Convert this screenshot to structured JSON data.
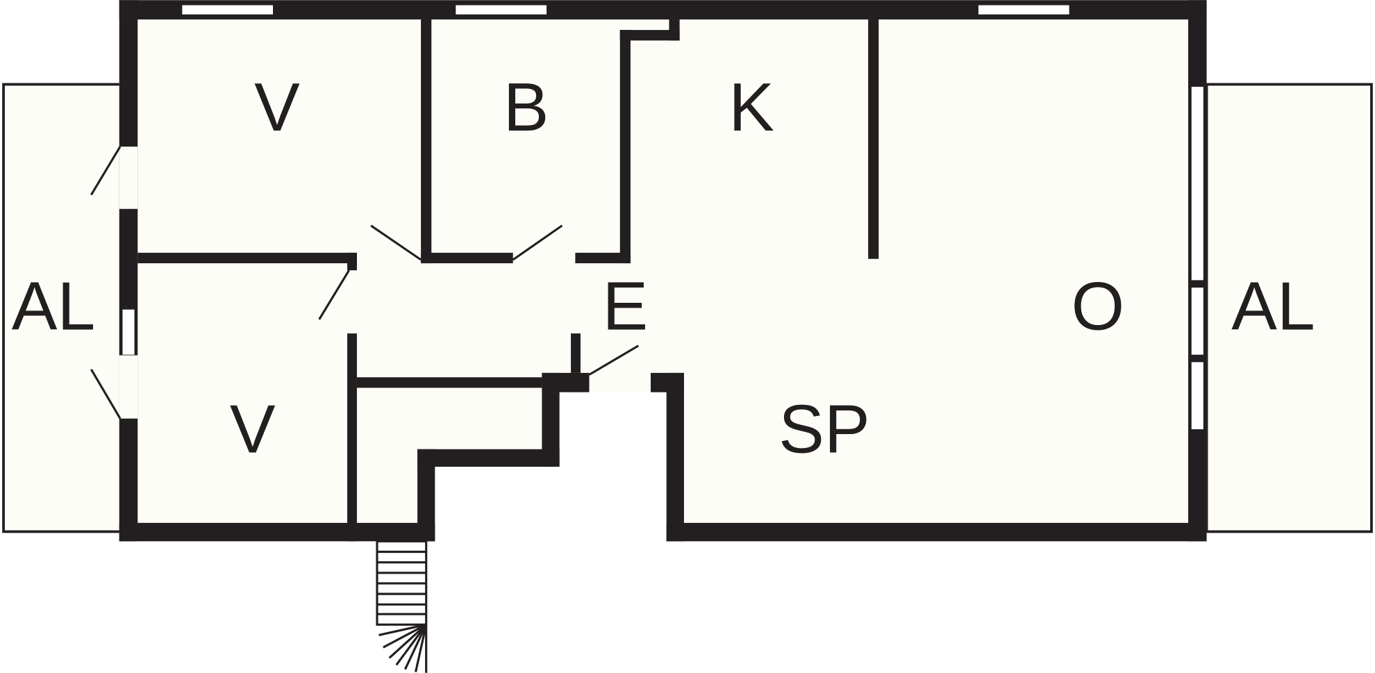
{
  "plan": {
    "colors": {
      "wall": "#231f20",
      "floor": "#fdfdf8"
    },
    "rooms": [
      {
        "id": "balcony-left",
        "label": "AL"
      },
      {
        "id": "bedroom-top",
        "label": "V"
      },
      {
        "id": "bathroom",
        "label": "B"
      },
      {
        "id": "kitchen",
        "label": "K"
      },
      {
        "id": "bedroom-bottom",
        "label": "V"
      },
      {
        "id": "entrance",
        "label": "E"
      },
      {
        "id": "living",
        "label": "O"
      },
      {
        "id": "dining",
        "label": "SP"
      },
      {
        "id": "balcony-right",
        "label": "AL"
      }
    ]
  }
}
